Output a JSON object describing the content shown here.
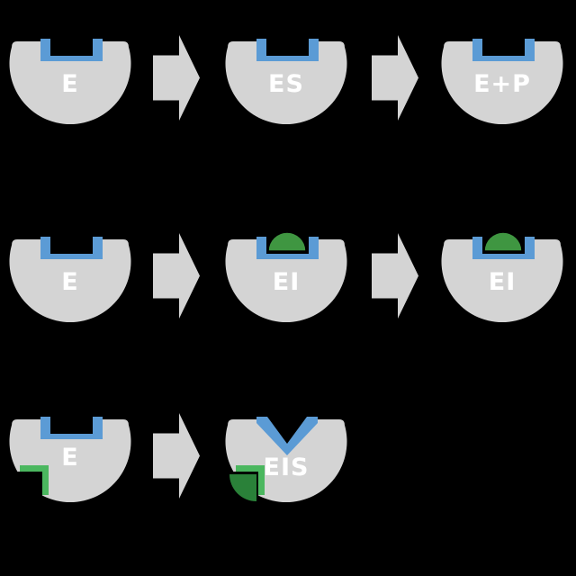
{
  "diagram": {
    "title": "enzyme-inhibition-schematic",
    "background": "#000000",
    "colors": {
      "enzyme_body": "#d4d4d4",
      "reaction_arrow": "#d4d4d4",
      "active_site_blue": "#5b9bd5",
      "competitive_inhibitor_green": "#3f9641",
      "allosteric_site_green": "#4bb75f",
      "bound_inhibitor_dark_green": "#2a8139",
      "label_text": "#ffffff",
      "empty_site_interior": "#000000"
    },
    "rows": [
      {
        "name": "substrate-binding-pathway",
        "steps": [
          {
            "label": "E"
          },
          {
            "label": "ES"
          },
          {
            "label": "E+P"
          }
        ]
      },
      {
        "name": "competitive-inhibition-pathway",
        "steps": [
          {
            "label": "E"
          },
          {
            "label": "EI"
          },
          {
            "label": "EI"
          }
        ]
      },
      {
        "name": "allosteric-inhibition-pathway",
        "steps": [
          {
            "label": "E"
          },
          {
            "label": "EIS"
          }
        ]
      }
    ]
  }
}
